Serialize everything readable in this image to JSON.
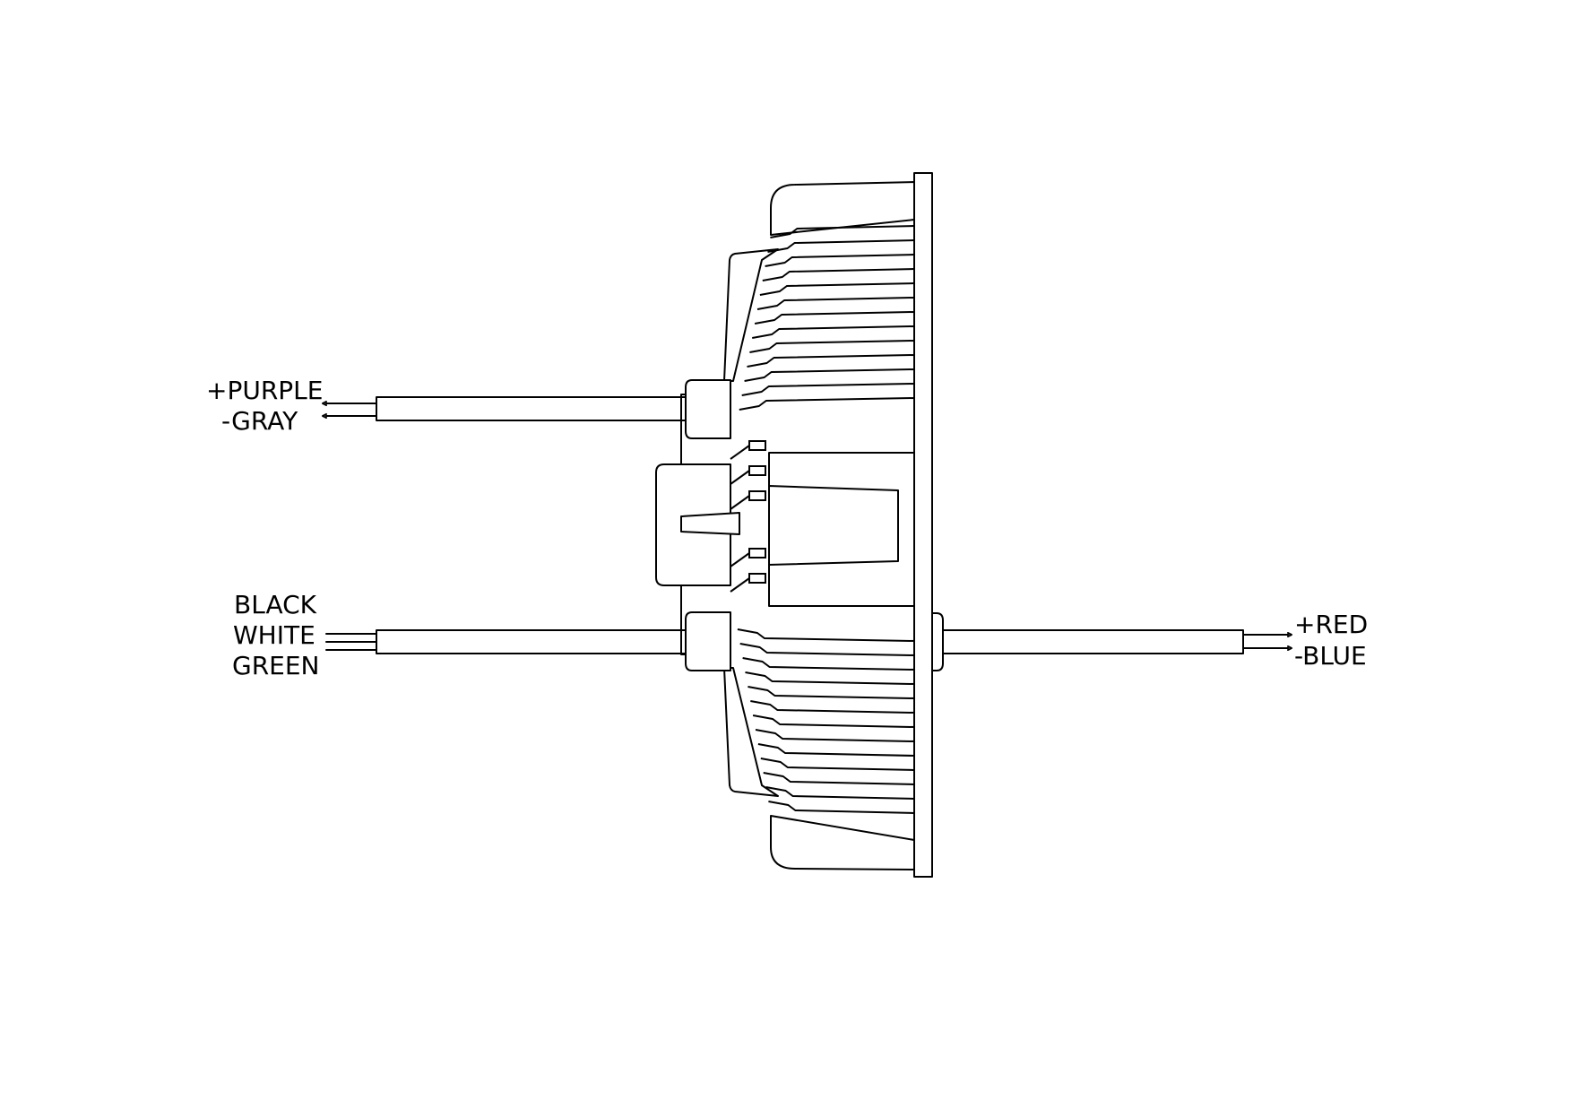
{
  "diagram": {
    "stroke_color": "#000000",
    "background_color": "#ffffff",
    "labels": {
      "purple": "+PURPLE",
      "gray": "-GRAY",
      "black": "BLACK",
      "white": "WHITE",
      "green": "GREEN",
      "red": "+RED",
      "blue": "-BLUE"
    }
  }
}
